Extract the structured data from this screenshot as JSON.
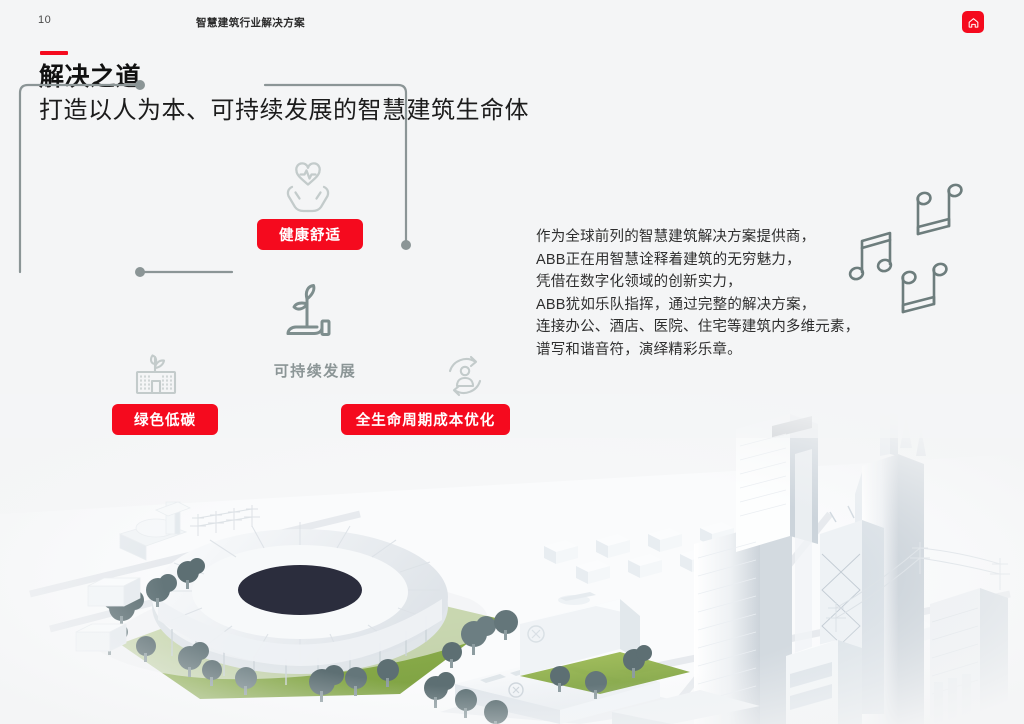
{
  "page": {
    "number": "10",
    "header_title": "智慧建筑行业解决方案",
    "background_color": "#f4f5f6",
    "accent_color": "#f50a1e",
    "muted_color": "#8b9596"
  },
  "home_button": {
    "icon": "home-icon",
    "color": "#f50a1e"
  },
  "title_block": {
    "title": "解决之道",
    "subtitle": "打造以人为本、可持续发展的智慧建筑生命体"
  },
  "body_text": {
    "paragraph": "作为全球前列的智慧建筑解决方案提供商，\nABB正在用智慧诠释着建筑的无穷魅力，\n凭借在数字化领域的创新实力，\nABB犹如乐队指挥，通过完整的解决方案，\n连接办公、酒店、医院、住宅等建筑内多维元素，\n谱写和谐音符，演绎精彩乐章。"
  },
  "diagram": {
    "center_label": "可持续发展",
    "center_icon": "plant-in-hand-icon",
    "badges": [
      {
        "label": "健康舒适",
        "icon": "heart-in-hands-icon",
        "position": "top"
      },
      {
        "label": "绿色低碳",
        "icon": "green-building-icon",
        "position": "bottom-left"
      },
      {
        "label": "全生命周期成本优化",
        "icon": "lifecycle-person-icon",
        "position": "bottom-right"
      }
    ]
  },
  "decoration": {
    "music_notes_icon": "music-notes-icon",
    "city_illustration": "3d-white-city-model-illustration"
  }
}
